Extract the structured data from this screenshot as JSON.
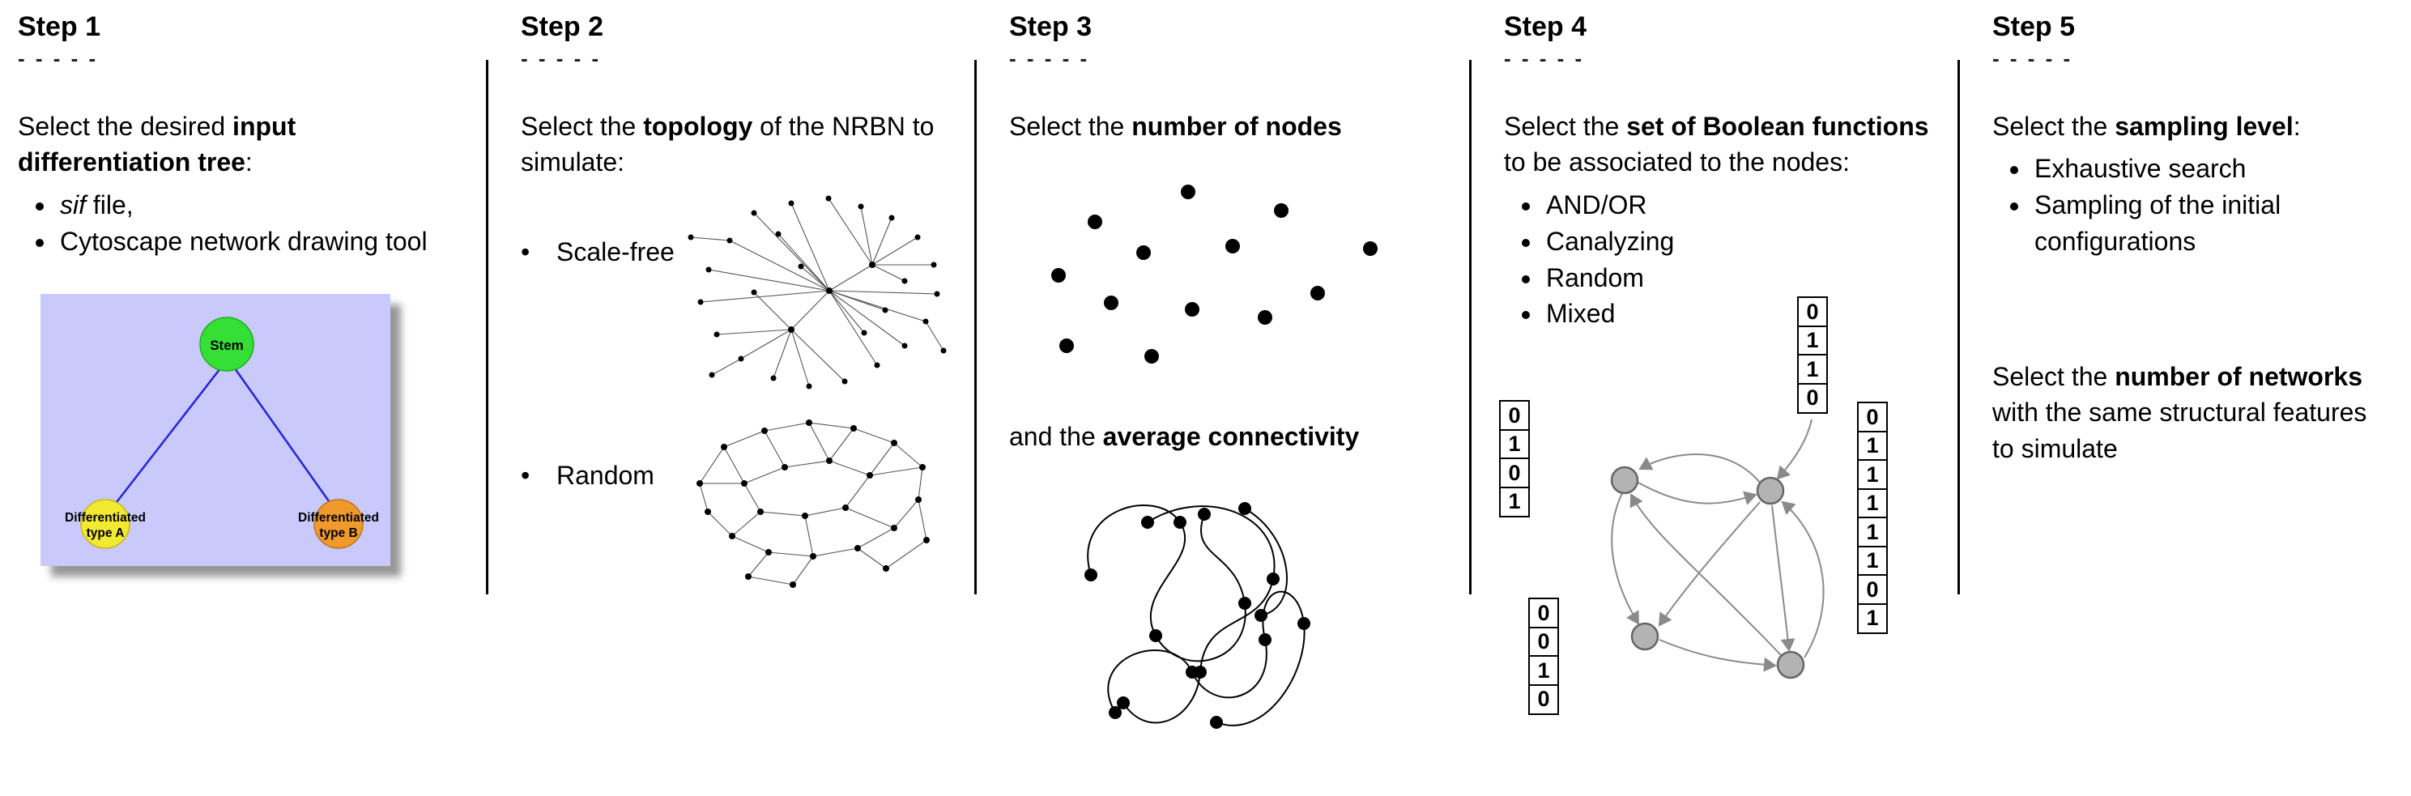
{
  "steps": {
    "step1": {
      "title": "Step 1",
      "dashes": "- - - - -",
      "intro": {
        "pre": "Select the desired ",
        "bold": "input differentiation tree",
        "post": ":"
      },
      "bullets": {
        "sif_italic": "sif",
        "sif_rest": " file,",
        "cytoscape": "Cytoscape network drawing tool"
      },
      "tree": {
        "stem_label": "Stem",
        "type_a_line1": "Differentiated",
        "type_a_line2": "type A",
        "type_b_line1": "Differentiated",
        "type_b_line2": "type B",
        "colors": {
          "background": "#c9c9fb",
          "stem": "#35df35",
          "type_a": "#f2ea30",
          "type_b": "#f09a2c",
          "edge": "#2424d8"
        }
      }
    },
    "step2": {
      "title": "Step 2",
      "dashes": "- - - - -",
      "intro": {
        "pre": "Select the ",
        "bold": "topology",
        "post": " of the NRBN to simulate:"
      },
      "bullets": {
        "scale_free": "Scale-free",
        "random": "Random"
      }
    },
    "step3": {
      "title": "Step 3",
      "dashes": "- - - - -",
      "intro": {
        "pre": "Select the ",
        "bold": "number of nodes",
        "post": ""
      },
      "second": {
        "pre": "and the ",
        "bold": "average connectivity",
        "post": ""
      }
    },
    "step4": {
      "title": "Step 4",
      "dashes": "- - - - -",
      "intro": {
        "pre": "Select the ",
        "bold": "set of Boolean functions",
        "post": " to be associated to the nodes:"
      },
      "bullets": {
        "and_or": "AND/OR",
        "canalyzing": "Canalyzing",
        "random": "Random",
        "mixed": "Mixed"
      },
      "truth_tables": {
        "left": [
          "0",
          "1",
          "0",
          "1"
        ],
        "top": [
          "0",
          "1",
          "1",
          "0"
        ],
        "bottom": [
          "0",
          "0",
          "1",
          "0"
        ],
        "right": [
          "0",
          "1",
          "1",
          "1",
          "1",
          "1",
          "0",
          "1"
        ]
      }
    },
    "step5": {
      "title": "Step 5",
      "dashes": "- - - - -",
      "intro": {
        "pre": "Select the ",
        "bold": "sampling level",
        "post": ":"
      },
      "bullets": {
        "exhaustive": "Exhaustive search",
        "sampling": "Sampling of the initial configurations"
      },
      "second": {
        "pre": "Select the ",
        "bold": "number of networks",
        "post": " with the same structural features to simulate"
      }
    }
  }
}
